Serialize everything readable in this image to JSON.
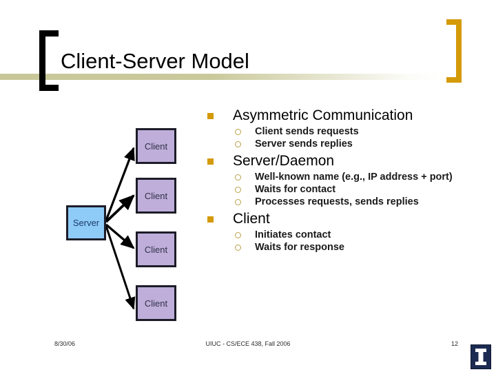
{
  "slide": {
    "title": "Client-Server Model",
    "accent_color": "#d49a09",
    "underline_color": "#cac99a",
    "bracket_left_color": "#000000",
    "bracket_right_color": "#d49a09"
  },
  "diagram": {
    "name": "client-server-star-diagram",
    "server": {
      "label": "Server",
      "fill": "#8ecbf7",
      "border": "#1c1c28",
      "text_color": "#1d3b6b"
    },
    "client_fill": "#bfaed9",
    "client_border": "#1c1c28",
    "client_text_color": "#30304a",
    "clients": [
      {
        "label": "Client"
      },
      {
        "label": "Client"
      },
      {
        "label": "Client"
      },
      {
        "label": "Client"
      }
    ],
    "arrow_color": "#000000",
    "arrow_count": 4
  },
  "content": {
    "groups": [
      {
        "heading": "Asymmetric Communication",
        "items": [
          "Client sends requests",
          "Server sends replies"
        ]
      },
      {
        "heading": "Server/Daemon",
        "items": [
          "Well-known name (e.g., IP address + port)",
          "Waits for contact",
          "Processes requests, sends replies"
        ]
      },
      {
        "heading": "Client",
        "items": [
          "Initiates contact",
          "Waits for response"
        ]
      }
    ]
  },
  "footer": {
    "date": "8/30/06",
    "course": "UIUC - CS/ECE 438, Fall 2006",
    "page_number": "12",
    "logo_name": "uiuc-block-i-logo",
    "logo_color": "#1c2b52"
  }
}
